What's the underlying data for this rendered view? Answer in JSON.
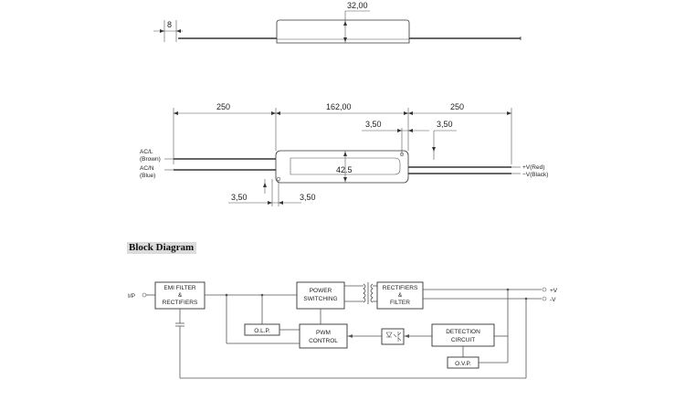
{
  "side_view": {
    "height_label": "32,00",
    "wire_length_label": "8"
  },
  "top_view": {
    "left_wire_label": "250",
    "body_length_label": "162,00",
    "right_wire_label": "250",
    "offset_top_left_label": "3,50",
    "offset_top_right_label": "3,50",
    "width_label": "42.5",
    "offset_bottom_left_label": "3,50",
    "offset_bottom_right_label": "3,50",
    "input_l_label": "AC/L",
    "input_l_color": "(Brown)",
    "input_n_label": "AC/N",
    "input_n_color": "(Blue)",
    "output_pos_label": "+V(Red)",
    "output_neg_label": "−V(Black)"
  },
  "block_diagram": {
    "title": "Block Diagram",
    "input_label": "I/P",
    "emi_filter": [
      "EMI FILTER",
      "&",
      "RECTIFIERS"
    ],
    "power_switching": [
      "POWER",
      "SWITCHING"
    ],
    "rectifiers_filter": [
      "RECTIFIERS",
      "&",
      "FILTER"
    ],
    "olp": "O.L.P.",
    "pwm_control": [
      "PWM",
      "CONTROL"
    ],
    "detection_circuit": [
      "DETECTION",
      "CIRCUIT"
    ],
    "ovp": "O.V.P.",
    "output_pos": "+V",
    "output_neg": "-V"
  }
}
